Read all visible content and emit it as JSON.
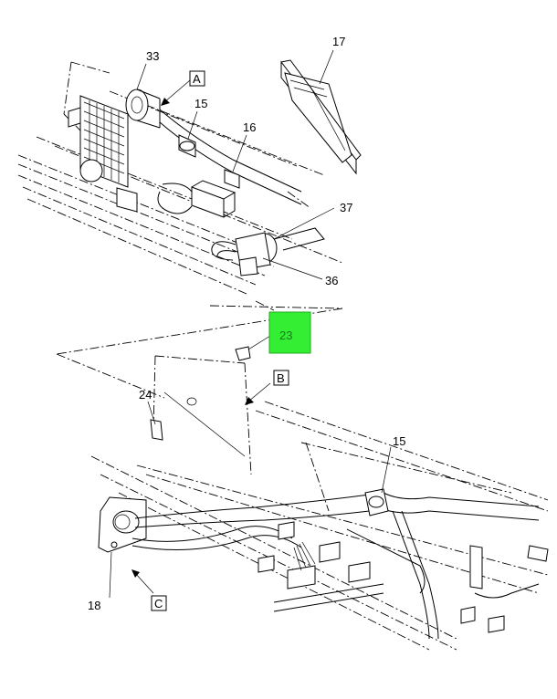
{
  "callouts": {
    "c33": "33",
    "c15_top": "15",
    "c16": "16",
    "c17": "17",
    "c37": "37",
    "c36": "36",
    "c23": "23",
    "c24": "24",
    "c15_bottom": "15",
    "c18": "18"
  },
  "view_labels": {
    "A": "A",
    "B": "B",
    "C": "C"
  },
  "colors": {
    "highlight_fill": "#33ee33",
    "highlight_text": "#1a7a1a",
    "line": "#000000"
  }
}
